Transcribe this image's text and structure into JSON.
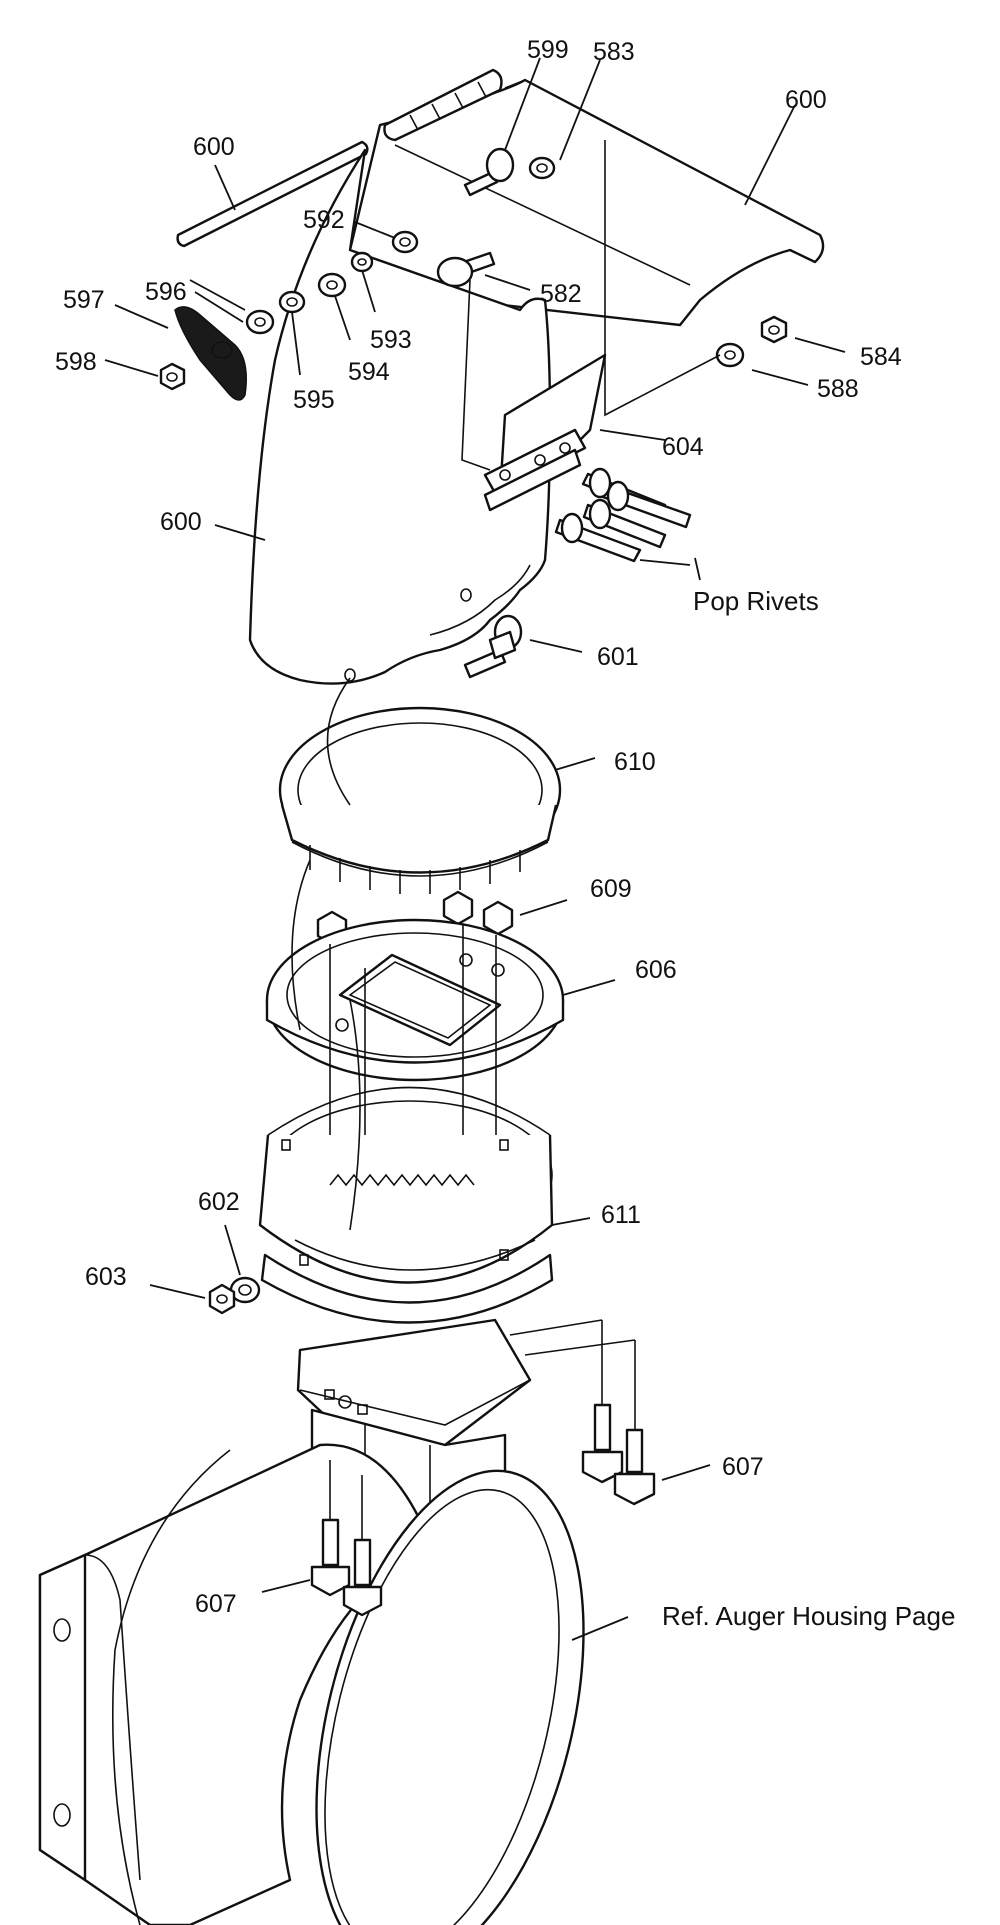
{
  "labels": {
    "l599": "599",
    "l583": "583",
    "l600_top": "600",
    "l600_rod": "600",
    "l592": "592",
    "l597": "597",
    "l596": "596",
    "l582": "582",
    "l598": "598",
    "l593": "593",
    "l584": "584",
    "l594": "594",
    "l588": "588",
    "l595": "595",
    "l604": "604",
    "l600_chute": "600",
    "l601": "601",
    "l610": "610",
    "l609": "609",
    "l606": "606",
    "l602": "602",
    "l611": "611",
    "l603": "603",
    "l607_right": "607",
    "l607_left": "607"
  },
  "notes": {
    "pop_rivets": "Pop Rivets",
    "ref_auger": "Ref. Auger Housing Page"
  }
}
